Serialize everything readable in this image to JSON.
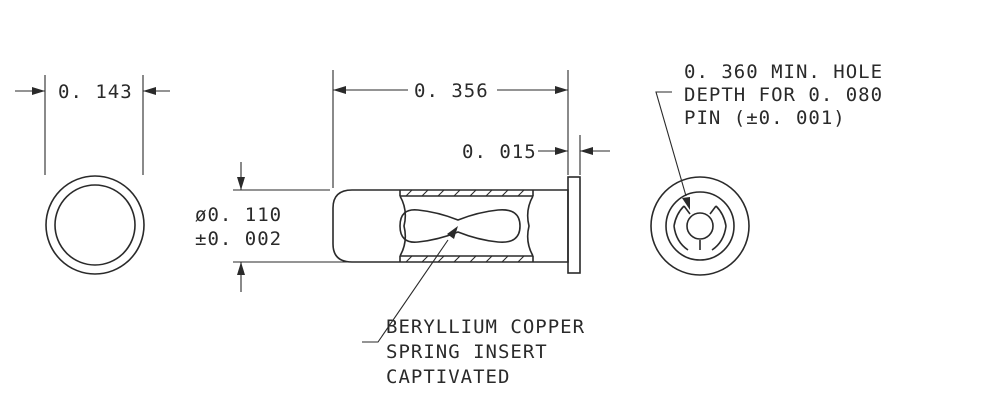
{
  "dimensions": {
    "outer_diameter": "0. 143",
    "length": "0. 356",
    "flange_thickness": "0. 015",
    "body_diameter_line1": "ø0. 110",
    "body_diameter_line2": "±0. 002"
  },
  "notes": {
    "hole_note": [
      "0. 360 MIN.  HOLE",
      "DEPTH FOR 0. 080",
      "PIN (±0. 001)"
    ],
    "insert_note": [
      "BERYLLIUM COPPER",
      "SPRING INSERT",
      "CAPTIVATED"
    ]
  },
  "views": [
    "end-view-left",
    "side-view",
    "end-view-right"
  ]
}
